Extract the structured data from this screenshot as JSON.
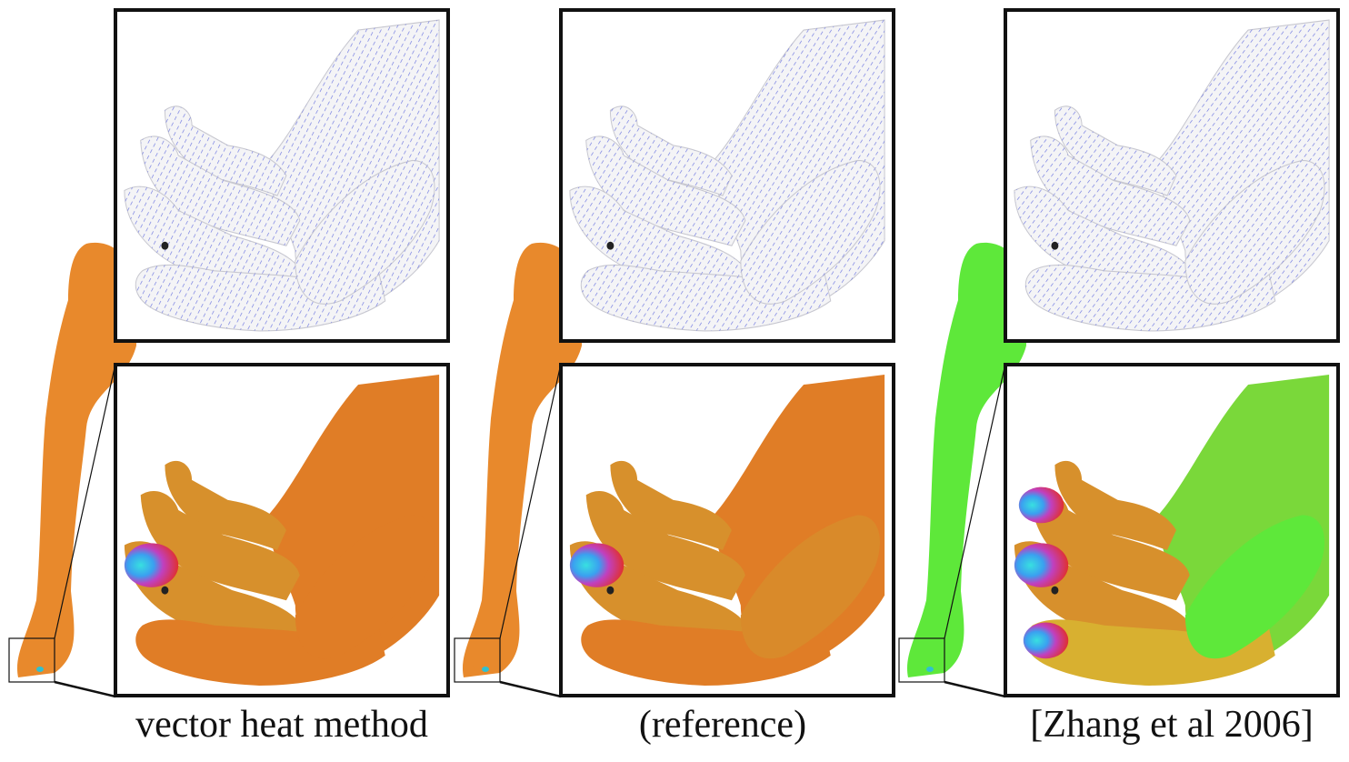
{
  "figure": {
    "panels": [
      {
        "caption": "vector heat method",
        "body_color": "#e8892c",
        "hand_color": "#e07d26",
        "thumb_color": "#e07d26"
      },
      {
        "caption": "(reference)",
        "body_color": "#e8892c",
        "hand_color": "#e07d26",
        "thumb_color": "#d98a2a"
      },
      {
        "caption": "[Zhang et al 2006]",
        "body_color": "#5ee83a",
        "hand_color": "#d8b030",
        "thumb_color": "#5ee83a"
      }
    ],
    "field_line_color": "#6f78e0",
    "frame_color": "#111111"
  }
}
